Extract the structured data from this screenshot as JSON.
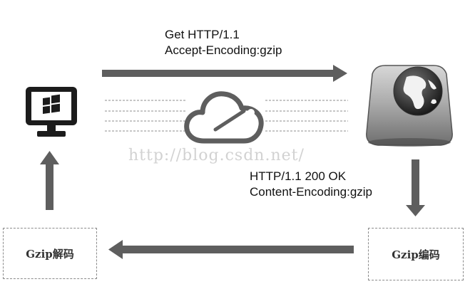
{
  "request": {
    "line1": "Get  HTTP/1.1",
    "line2": "Accept-Encoding:gzip"
  },
  "response": {
    "line1": "HTTP/1.1 200 OK",
    "line2": "Content-Encoding:gzip"
  },
  "client_box": {
    "label": "Gzip解码"
  },
  "server_box": {
    "label": "Gzip编码"
  },
  "watermark": "http://blog.csdn.net/",
  "icons": {
    "client": "windows-monitor-icon",
    "server": "globe-server-icon",
    "network": "cloud-check-icon"
  },
  "colors": {
    "arrow": "#5e5e5e",
    "dashed_lines": "#8c8c8c",
    "box_border": "#8a8a8a",
    "text": "#111111"
  }
}
